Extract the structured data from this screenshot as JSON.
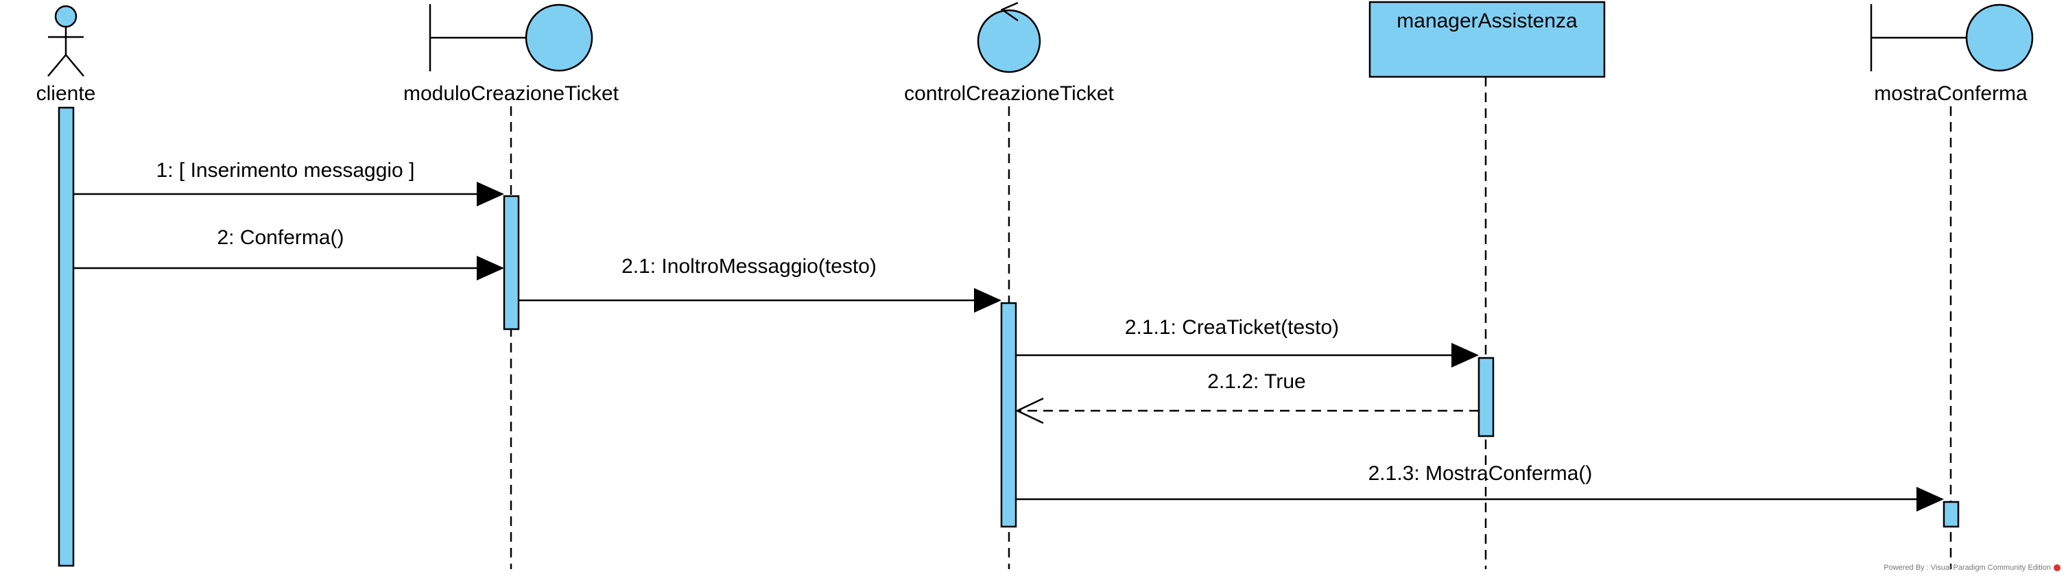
{
  "colors": {
    "fill": "#7fcff3",
    "stroke": "#000000",
    "background": "#ffffff"
  },
  "participants": [
    {
      "id": "cliente",
      "label": "cliente",
      "kind": "actor",
      "icon": "actor-icon"
    },
    {
      "id": "modulo",
      "label": "moduloCreazioneTicket",
      "kind": "boundary",
      "icon": "boundary-icon"
    },
    {
      "id": "control",
      "label": "controlCreazioneTicket",
      "kind": "control",
      "icon": "control-icon"
    },
    {
      "id": "manager",
      "label": "managerAssistenza",
      "kind": "object",
      "icon": "object-box"
    },
    {
      "id": "mostra",
      "label": "mostraConferma",
      "kind": "boundary",
      "icon": "boundary-icon"
    }
  ],
  "messages": [
    {
      "label": "1: [ Inserimento messaggio ]",
      "from": "cliente",
      "to": "modulo",
      "style": "sync"
    },
    {
      "label": "2: Conferma()",
      "from": "cliente",
      "to": "modulo",
      "style": "sync"
    },
    {
      "label": "2.1: InoltroMessaggio(testo)",
      "from": "modulo",
      "to": "control",
      "style": "sync"
    },
    {
      "label": "2.1.1: CreaTicket(testo)",
      "from": "control",
      "to": "manager",
      "style": "sync"
    },
    {
      "label": "2.1.2: True",
      "from": "manager",
      "to": "control",
      "style": "return"
    },
    {
      "label": "2.1.3: MostraConferma()",
      "from": "control",
      "to": "mostra",
      "style": "sync"
    }
  ],
  "watermark": {
    "text": "Powered By : Visual Paradigm Community Edition",
    "icon": "visual-paradigm-logo-icon"
  }
}
